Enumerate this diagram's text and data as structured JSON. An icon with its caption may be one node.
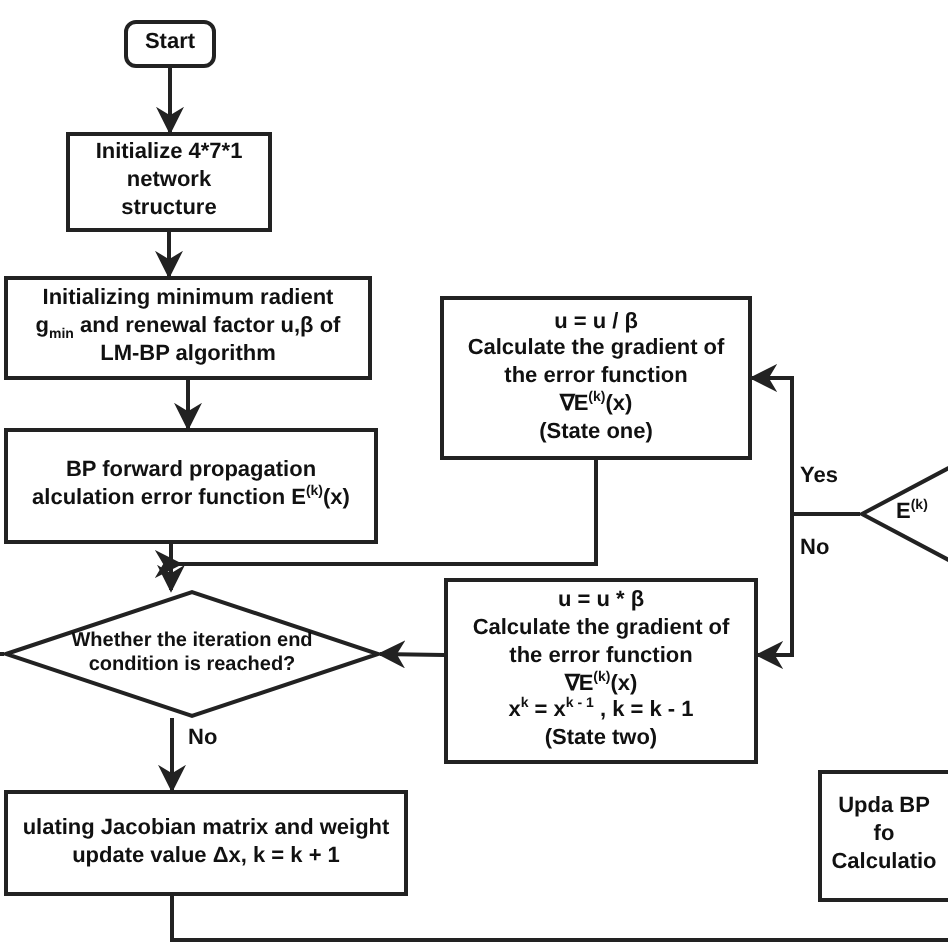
{
  "diagram": {
    "nodes": [
      {
        "text": [
          "Start"
        ]
      },
      {
        "text": [
          "Initialize 4*7*1 network structure"
        ]
      },
      {
        "text": [
          "Initializing minimum radient g$_{min}$ and renewal factor u,β of LM-BP algorithm"
        ]
      },
      {
        "text": [
          "BP forward propagation alculation error function E$^{(k)}$(x)"
        ]
      },
      {
        "text": [
          "Whether the iteration end condition is reached?"
        ]
      },
      {
        "text": [
          "ulating Jacobian matrix and weight update value Δx,  k = k + 1"
        ]
      },
      {
        "text": [
          "u = u / β",
          "Calculate the gradient of the error function",
          "∇E$^{(k)}$(x)",
          "(State one)"
        ]
      },
      {
        "text": [
          "E$^{(k)}$"
        ]
      },
      {
        "text": [
          "u = u * β",
          "Calculate the gradient of the error function",
          "∇E$^{(k)}$(x)",
          "x$^{k}$ = x$^{k - 1}$ ,  k = k - 1",
          "(State two)"
        ]
      },
      {
        "text": [
          "Upda BP fo Calculatio"
        ]
      }
    ],
    "edges": [
      {
        "from": 0,
        "to": 1,
        "arrow": "to"
      },
      {
        "from": 1,
        "to": 2,
        "arrow": "to"
      },
      {
        "from": 2,
        "to": 3,
        "arrow": "to"
      },
      {
        "from": 3,
        "to": 4,
        "arrow": "to"
      },
      {
        "from": 6,
        "to": 4,
        "arrow": "to"
      },
      {
        "from": 7,
        "to": 6,
        "arrow": "to",
        "label": "Yes"
      },
      {
        "from": 7,
        "to": 8,
        "arrow": "to",
        "label": "No"
      },
      {
        "from": 8,
        "to": 4,
        "arrow": "to"
      },
      {
        "from": 4,
        "to": 5,
        "arrow": "to",
        "label": "No"
      },
      {
        "from": 5,
        "to": null,
        "arrow": "none"
      },
      {
        "from": 4,
        "to": null,
        "arrow": "none"
      }
    ]
  }
}
